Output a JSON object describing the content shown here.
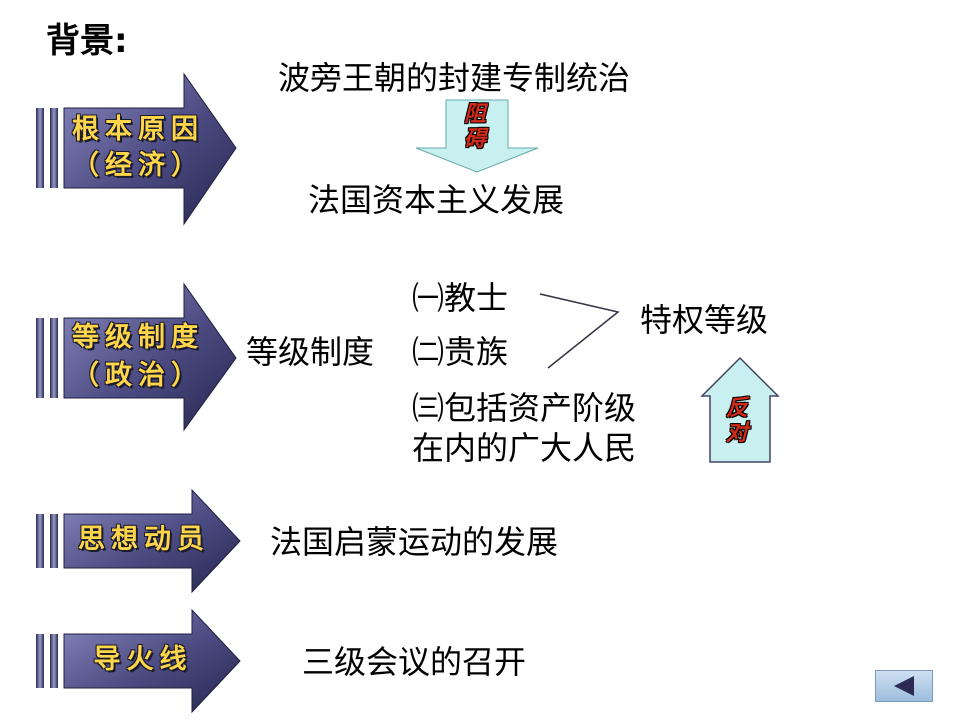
{
  "heading": "背景:",
  "sections": [
    {
      "label_line1": "根本原因",
      "label_line2": "（经济）"
    },
    {
      "label_line1": "等级制度",
      "label_line2": "（政治）"
    },
    {
      "label_line1": "思想动员"
    },
    {
      "label_line1": "导火线"
    }
  ],
  "economy": {
    "top": "波旁王朝的封建专制统治",
    "arrow_label": [
      "阻",
      "碍"
    ],
    "bottom": "法国资本主义发展"
  },
  "politics": {
    "system": "等级制度",
    "estate1": "㈠教士",
    "estate2": "㈡贵族",
    "estate3_line1": "㈢包括资产阶级",
    "estate3_line2": "在内的广大人民",
    "privileged": "特权等级",
    "oppose_label": [
      "反",
      "对"
    ]
  },
  "thought": {
    "text": "法国启蒙运动的发展"
  },
  "trigger": {
    "text": "三级会议的召开"
  },
  "colors": {
    "badge_dark": "#3a3a6a",
    "badge_light": "#7a7ab0",
    "arrow_fill": "#c8f0f0",
    "label_yellow": "#ffd54a",
    "label_red": "#d42a1a",
    "back_icon": "#2b2b55"
  },
  "nav": {
    "back_icon": "back-triangle-icon"
  }
}
